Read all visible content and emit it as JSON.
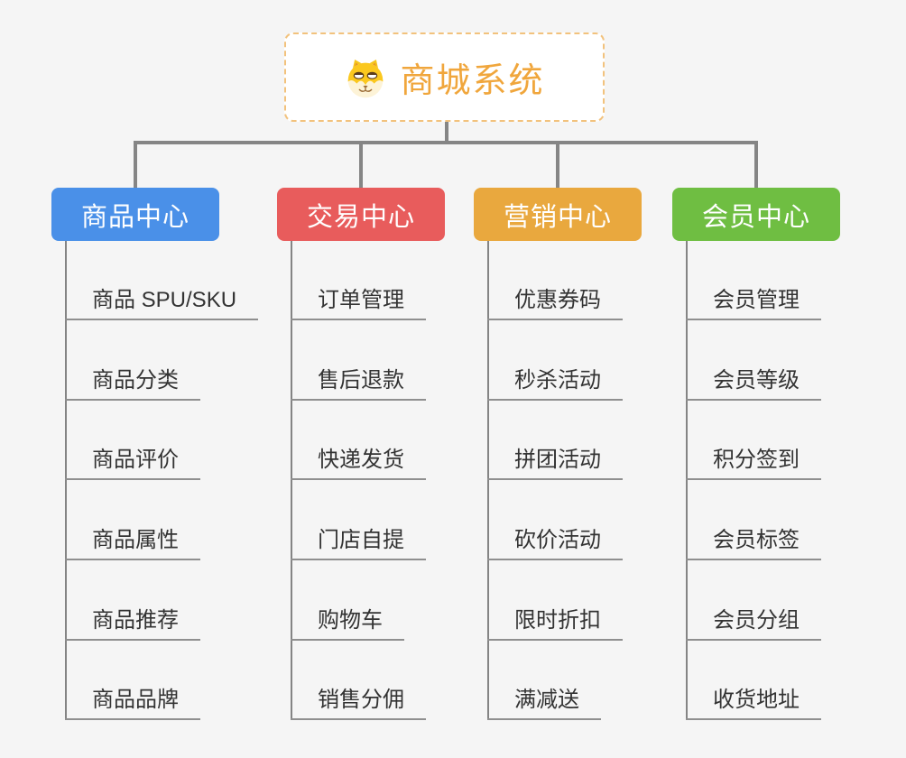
{
  "page": {
    "background": "#f5f5f5"
  },
  "root": {
    "title": "商城系统",
    "icon": "dog-face-icon",
    "title_color": "#f0a63c",
    "border_color": "#f2c27d",
    "background": "#ffffff"
  },
  "connectors": {
    "line_color": "#858585",
    "underline_color": "#8f8f8f"
  },
  "branches": [
    {
      "label": "商品中心",
      "color": "#4a90e8",
      "text_color": "#ffffff",
      "items": [
        "商品 SPU/SKU",
        "商品分类",
        "商品评价",
        "商品属性",
        "商品推荐",
        "商品品牌"
      ]
    },
    {
      "label": "交易中心",
      "color": "#e85c5c",
      "text_color": "#ffffff",
      "items": [
        "订单管理",
        "售后退款",
        "快递发货",
        "门店自提",
        "购物车",
        "销售分佣"
      ]
    },
    {
      "label": "营销中心",
      "color": "#e9a83e",
      "text_color": "#ffffff",
      "items": [
        "优惠券码",
        "秒杀活动",
        "拼团活动",
        "砍价活动",
        "限时折扣",
        "满减送"
      ]
    },
    {
      "label": "会员中心",
      "color": "#6fbe42",
      "text_color": "#ffffff",
      "items": [
        "会员管理",
        "会员等级",
        "积分签到",
        "会员标签",
        "会员分组",
        "收货地址"
      ]
    }
  ]
}
